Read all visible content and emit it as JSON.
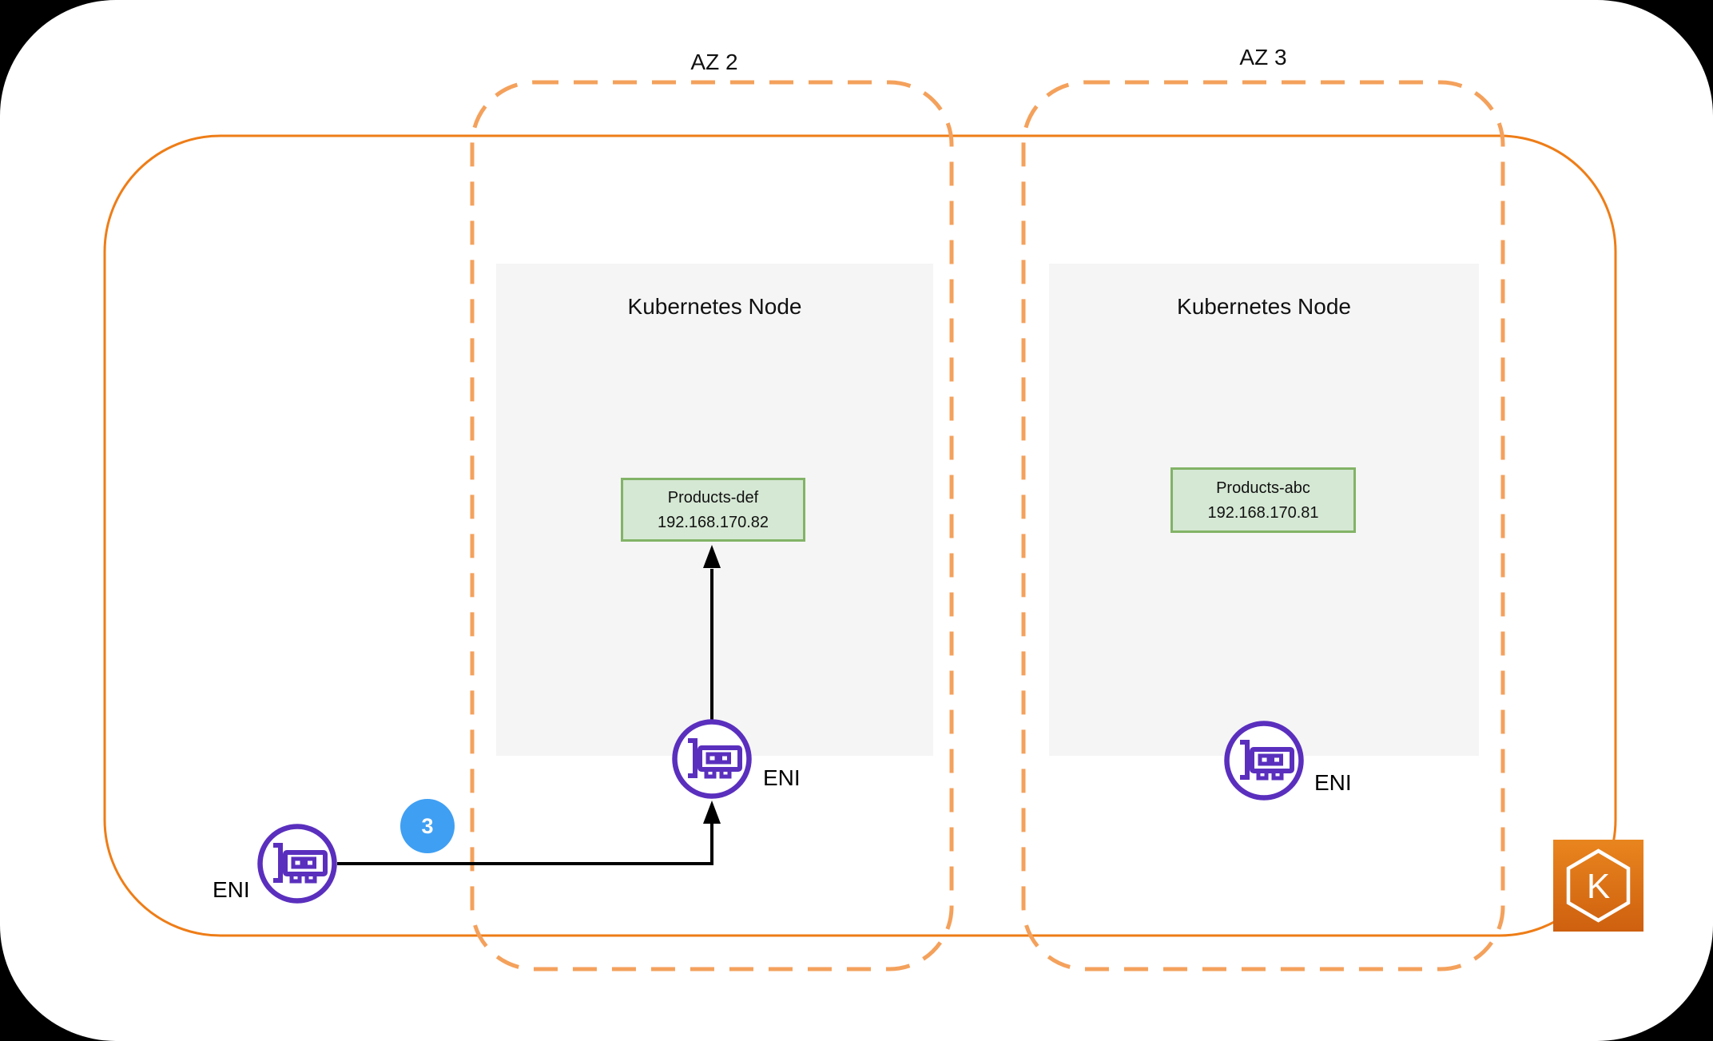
{
  "zones": {
    "az2_label": "AZ 2",
    "az3_label": "AZ 3"
  },
  "cluster": {
    "eks_letter": "K"
  },
  "nodes": {
    "left": {
      "title": "Kubernetes Node",
      "pod_name": "Products-def",
      "pod_ip": "192.168.170.82",
      "eni_label": "ENI"
    },
    "right": {
      "title": "Kubernetes Node",
      "pod_name": "Products-abc",
      "pod_ip": "192.168.170.81",
      "eni_label": "ENI"
    }
  },
  "external_eni": {
    "label": "ENI"
  },
  "flow_badge": {
    "value": "3",
    "color": "#3F9FF3"
  },
  "colors": {
    "cluster_border": "#EE7D17",
    "az_border": "#F4A15C",
    "node_fill": "#F5F5F5",
    "pod_fill": "#D5E8D4",
    "pod_border": "#82B366",
    "eni_purple": "#5A2FBE",
    "badge_blue": "#3F9FF3",
    "connector": "#000000",
    "eks_gradient_top": "#E9851E",
    "eks_gradient_bottom": "#CE600F"
  }
}
